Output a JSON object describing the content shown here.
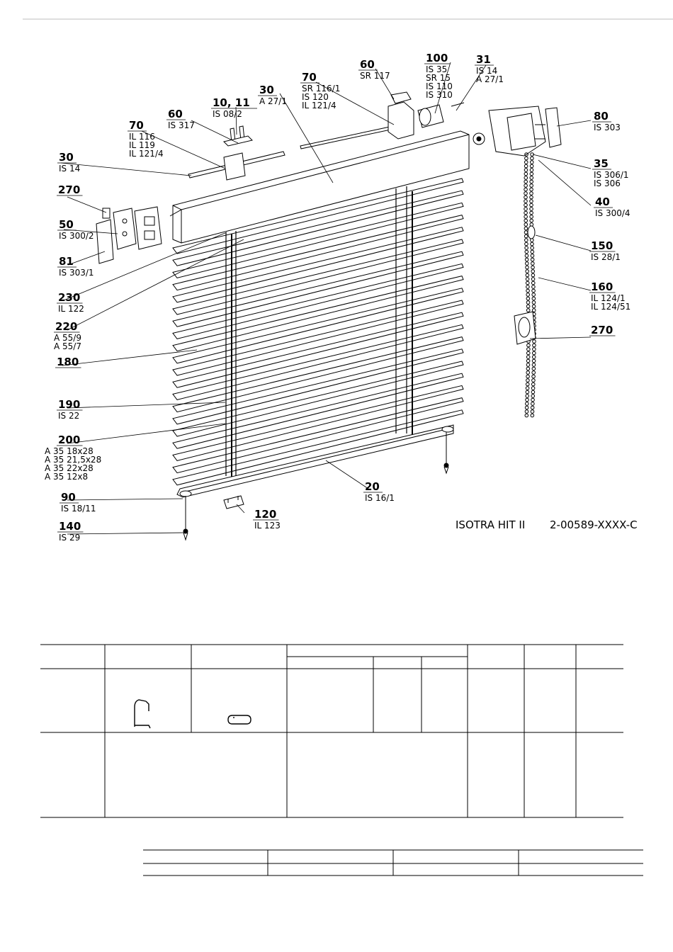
{
  "header_rule_color": "#bdbdbd",
  "callouts": [
    {
      "id": "c60a",
      "number": "60",
      "codes": [
        "SR 117"
      ]
    },
    {
      "id": "c100",
      "number": "100",
      "codes": [
        "IS 35",
        "SR 15",
        "IS 110",
        "IS 310"
      ]
    },
    {
      "id": "c31",
      "number": "31",
      "codes": [
        "IS 14",
        "A 27/1"
      ]
    },
    {
      "id": "c70a",
      "number": "70",
      "codes": [
        "SR 116/1",
        "IS 120",
        "IL 121/4"
      ]
    },
    {
      "id": "c30a",
      "number": "30",
      "codes": [
        "A 27/1"
      ]
    },
    {
      "id": "c1011",
      "number": "10, 11",
      "codes": [
        "IS 08/2"
      ]
    },
    {
      "id": "c60b",
      "number": "60",
      "codes": [
        "IS 317"
      ]
    },
    {
      "id": "c70b",
      "number": "70",
      "codes": [
        "IL 116",
        "IL 119",
        "IL 121/4"
      ]
    },
    {
      "id": "c30b",
      "number": "30",
      "codes": [
        "IS 14"
      ]
    },
    {
      "id": "c270a",
      "number": "270",
      "codes": []
    },
    {
      "id": "c50",
      "number": "50",
      "codes": [
        "IS 300/2"
      ]
    },
    {
      "id": "c81",
      "number": "81",
      "codes": [
        "IS 303/1"
      ]
    },
    {
      "id": "c230",
      "number": "230",
      "codes": [
        "IL 122"
      ]
    },
    {
      "id": "c220",
      "number": "220",
      "codes": [
        "A 55/9",
        "A 55/7"
      ]
    },
    {
      "id": "c180",
      "number": "180",
      "codes": []
    },
    {
      "id": "c190",
      "number": "190",
      "codes": [
        "IS 22"
      ]
    },
    {
      "id": "c200",
      "number": "200",
      "codes": [
        "A 35 18x28",
        "A 35 21,5x28",
        "A 35 22x28",
        "A 35 12x8"
      ]
    },
    {
      "id": "c90",
      "number": "90",
      "codes": [
        "IS 18/11"
      ]
    },
    {
      "id": "c140",
      "number": "140",
      "codes": [
        "IS 29"
      ]
    },
    {
      "id": "c120",
      "number": "120",
      "codes": [
        "IL 123"
      ]
    },
    {
      "id": "c20",
      "number": "20",
      "codes": [
        "IS 16/1"
      ]
    },
    {
      "id": "c80",
      "number": "80",
      "codes": [
        "IS 303"
      ]
    },
    {
      "id": "c35",
      "number": "35",
      "codes": [
        "IS 306/1",
        "IS 306"
      ]
    },
    {
      "id": "c40",
      "number": "40",
      "codes": [
        "IS 300/4"
      ]
    },
    {
      "id": "c150",
      "number": "150",
      "codes": [
        "IS 28/1"
      ]
    },
    {
      "id": "c160",
      "number": "160",
      "codes": [
        "IL 124/1",
        "IL 124/51"
      ]
    },
    {
      "id": "c270b",
      "number": "270",
      "codes": []
    }
  ],
  "product_name": "ISOTRA HIT II",
  "drawing_number": "2-00589-XXXX-C"
}
